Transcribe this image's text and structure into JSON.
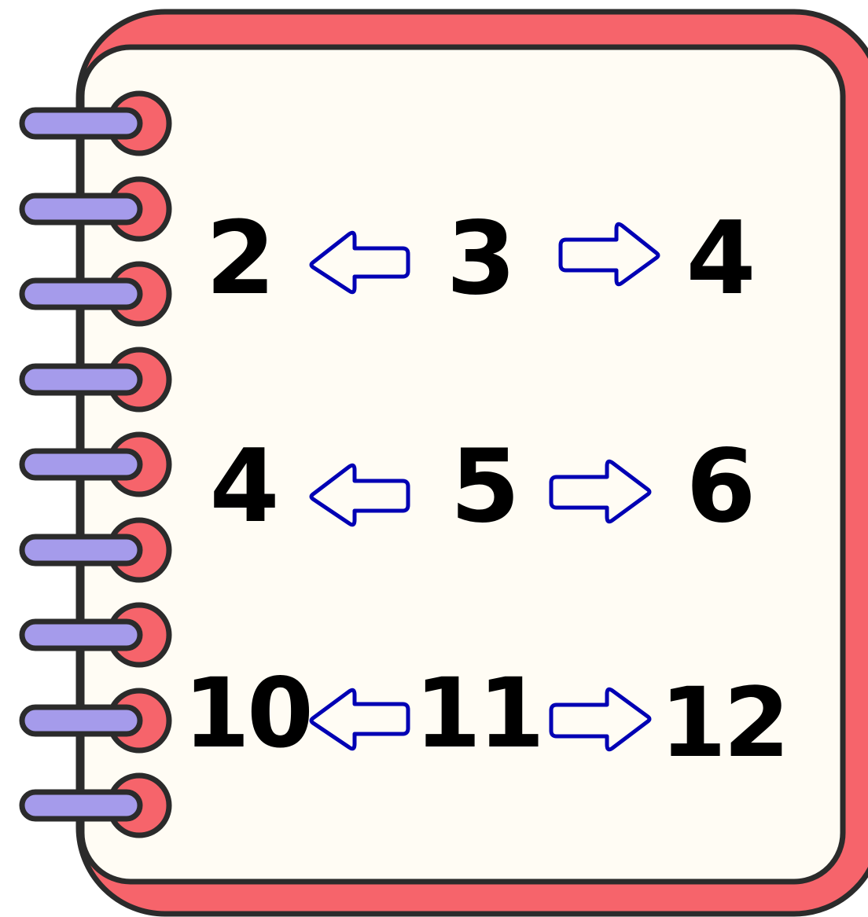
{
  "colors": {
    "cover": "#f6646b",
    "page": "#fffcf4",
    "outline": "#2b2b2b",
    "ring": "#f6646b",
    "bar": "#a59beb",
    "arrow": "#0000b4",
    "number": "#000000"
  },
  "rows": [
    {
      "left": "2",
      "center": "3",
      "right": "4"
    },
    {
      "left": "4",
      "center": "5",
      "right": "6"
    },
    {
      "left": "10",
      "center": "11",
      "right": "12"
    }
  ],
  "icons": {
    "left_arrow": "left-arrow-outline",
    "right_arrow": "right-arrow-outline",
    "binding": "spiral-ring"
  }
}
